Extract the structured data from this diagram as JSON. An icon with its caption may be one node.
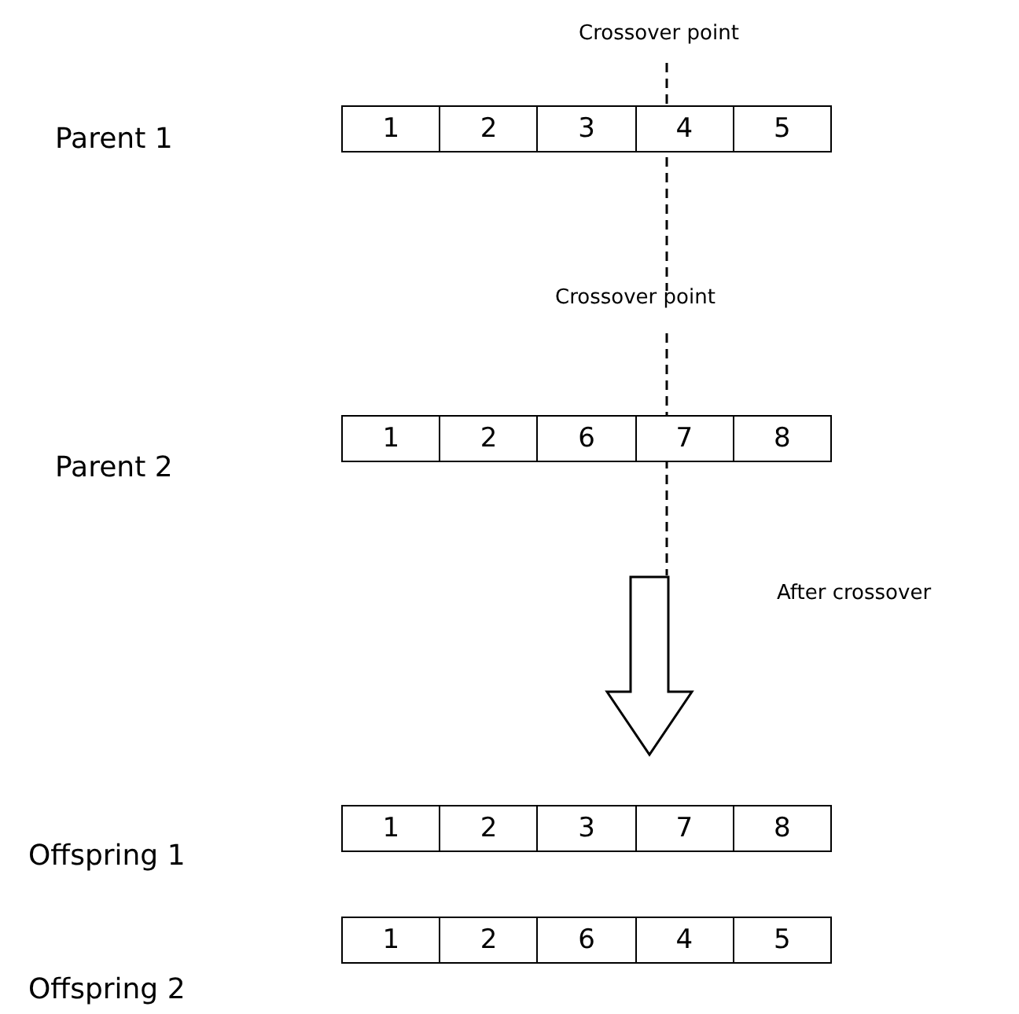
{
  "diagram": {
    "nodes": [
      {
        "text": [],
        "shape": "bar"
      },
      {
        "text": [
          "1"
        ],
        "in": 0
      },
      {
        "text": [
          "2"
        ],
        "in": 0
      },
      {
        "text": [
          "3"
        ],
        "in": 0
      },
      {
        "text": [
          "4"
        ],
        "in": 0
      },
      {
        "text": [
          "5"
        ],
        "in": 0
      },
      {
        "text": [],
        "shape": "bar"
      },
      {
        "text": [
          "1"
        ],
        "in": 6
      },
      {
        "text": [
          "2"
        ],
        "in": 6
      },
      {
        "text": [
          "6"
        ],
        "in": 6
      },
      {
        "text": [
          "7"
        ],
        "in": 6
      },
      {
        "text": [
          "8"
        ],
        "in": 6
      },
      {
        "text": [],
        "shape": "bar"
      },
      {
        "text": [
          "1"
        ],
        "in": 12
      },
      {
        "text": [
          "2"
        ],
        "in": 12
      },
      {
        "text": [
          "3"
        ],
        "in": 12
      },
      {
        "text": [
          "7"
        ],
        "in": 12
      },
      {
        "text": [
          "8"
        ],
        "in": 12
      },
      {
        "text": [],
        "shape": "bar"
      },
      {
        "text": [
          "1"
        ],
        "in": 18
      },
      {
        "text": [
          "2"
        ],
        "in": 18
      },
      {
        "text": [
          "6"
        ],
        "in": 18
      },
      {
        "text": [
          "4"
        ],
        "in": 18
      },
      {
        "text": [
          "5"
        ],
        "in": 18
      }
    ],
    "edges": [],
    "labels": [
      "Crossover point",
      "Parent 1",
      "Crossover point",
      "Parent 2",
      "After crossover",
      "Offspring 1",
      "Offspring 2"
    ]
  }
}
